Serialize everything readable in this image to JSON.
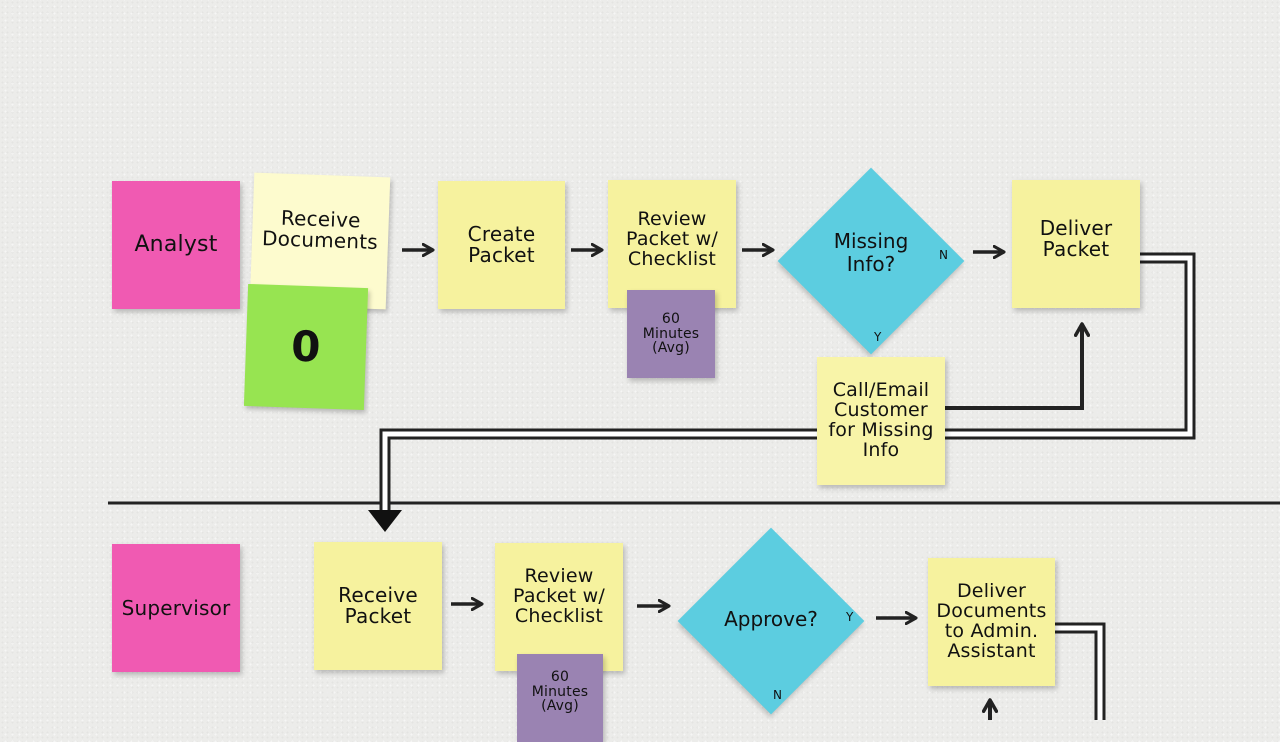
{
  "lanes": [
    {
      "label": "Analyst",
      "color": "#f05ab2"
    },
    {
      "label": "Supervisor",
      "color": "#f05ab2"
    }
  ],
  "steps": {
    "receive_documents": "Receive\nDocuments",
    "count_badge": "0",
    "create_packet": "Create\nPacket",
    "review_packet_1": "Review\nPacket w/\nChecklist",
    "time_1": "60\nMinutes\n(Avg)",
    "missing_info": "Missing\nInfo?",
    "missing_info_no": "N",
    "missing_info_yes": "Y",
    "deliver_packet": "Deliver\nPacket",
    "call_email": "Call/Email\nCustomer\nfor Missing\nInfo",
    "receive_packet": "Receive\nPacket",
    "review_packet_2": "Review\nPacket w/\nChecklist",
    "time_2": "60\nMinutes\n(Avg)",
    "approve": "Approve?",
    "approve_yes": "Y",
    "approve_no": "N",
    "deliver_documents": "Deliver\nDocuments\nto Admin.\nAssistant"
  },
  "colors": {
    "sticky_yellow": "#f6f29e",
    "sticky_pale": "#fdfbce",
    "lane_pink": "#f05ab2",
    "badge_green": "#97e451",
    "time_purple": "#9a83b2",
    "decision_cyan": "#5ccde0",
    "ink": "#222222"
  }
}
